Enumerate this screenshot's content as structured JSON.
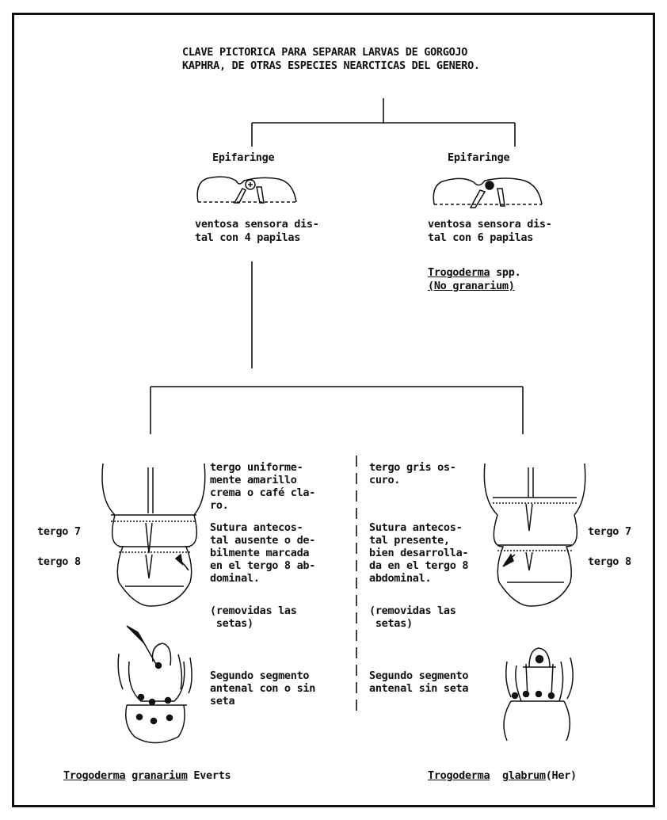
{
  "title": {
    "line1": "CLAVE PICTORICA PARA SEPARAR LARVAS DE GORGOJO",
    "line2": "KAPHRA, DE OTRAS ESPECIES NEARCTICAS DEL GENERO."
  },
  "left_branch": {
    "heading": "Epifaringe",
    "desc_line1": "ventosa sensora dis-",
    "desc_line2": "tal con 4 papilas"
  },
  "right_branch": {
    "heading": "Epifaringe",
    "desc_line1": "ventosa sensora dis-",
    "desc_line2": "tal con 6 papilas",
    "result_genus": "Trogoderma",
    "result_spp": " spp.",
    "result_no_open": "(No ",
    "result_no_name": "granarium",
    "result_no_close": ")"
  },
  "left_species": {
    "tergum_color": [
      "tergo uniforme-",
      "mente amarillo",
      "crema o café cla-",
      "ro."
    ],
    "suture": [
      "Sutura antecos-",
      "tal ausente o de-",
      "bilmente marcada",
      "en el tergo 8 ab-",
      "dominal."
    ],
    "setae_note": [
      "(removidas las",
      " setas)"
    ],
    "antenna": [
      "Segundo segmento",
      "antenal con o sin",
      "seta"
    ],
    "label_tergo7": "tergo 7",
    "label_tergo8": "tergo 8",
    "name_genus": "Trogoderma",
    "name_species": "granarium",
    "name_author": " Everts"
  },
  "right_species": {
    "tergum_color": [
      "tergo gris os-",
      "curo."
    ],
    "suture": [
      "Sutura antecos-",
      "tal presente,",
      "bien desarrolla-",
      "da en el tergo 8",
      "abdominal."
    ],
    "setae_note": [
      "(removidas las",
      " setas)"
    ],
    "antenna": [
      "Segundo segmento",
      "antenal sin seta"
    ],
    "label_tergo7": "tergo 7",
    "label_tergo8": "tergo 8",
    "name_genus": "Trogoderma",
    "name_species": "glabrum",
    "name_author": "(Her)"
  }
}
